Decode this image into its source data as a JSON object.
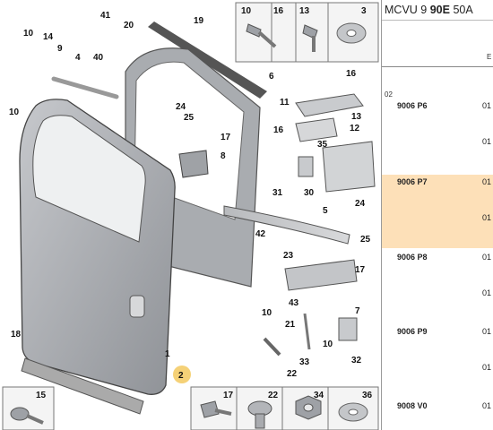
{
  "panel": {
    "header_prefix": "MCVU 9",
    "header_code": "90E",
    "header_suffix": "50A",
    "column_letter": "E",
    "section_index": "02",
    "rows": [
      {
        "ref": "9006 P6",
        "qty1": "01",
        "qty2": "01"
      },
      {
        "ref": "9006 P7",
        "qty1": "01",
        "qty2": "01"
      },
      {
        "ref": "9006 P8",
        "qty1": "01",
        "qty2": "01"
      },
      {
        "ref": "9006 P9",
        "qty1": "01",
        "qty2": "01"
      },
      {
        "ref": "9008 V0",
        "qty1": "01"
      }
    ],
    "highlight_color": "#fde0b8"
  },
  "diagram": {
    "callouts": {
      "c41": "41",
      "c20": "20",
      "c19": "19",
      "c10a": "10",
      "c14": "14",
      "c9": "9",
      "c4": "4",
      "c40": "40",
      "c10b": "10",
      "c6": "6",
      "c16a": "16",
      "c11": "11",
      "c13": "13",
      "c12": "12",
      "c24a": "24",
      "c25a": "25",
      "c17a": "17",
      "c8": "8",
      "c16b": "16",
      "c35": "35",
      "c31": "31",
      "c30": "30",
      "c5": "5",
      "c24b": "24",
      "c25b": "25",
      "c42": "42",
      "c23": "23",
      "c17b": "17",
      "c43": "43",
      "c7": "7",
      "c21": "21",
      "c10c": "10",
      "c18": "18",
      "c1": "1",
      "c2": "2",
      "c22a": "22",
      "c33": "33",
      "c32": "32",
      "c10d": "10"
    },
    "top_hardware": [
      "10",
      "16",
      "13",
      "3"
    ],
    "bottom_hardware": [
      "15",
      "17",
      "22",
      "34",
      "36"
    ],
    "highlight_callout_color": "#f2c14a"
  }
}
